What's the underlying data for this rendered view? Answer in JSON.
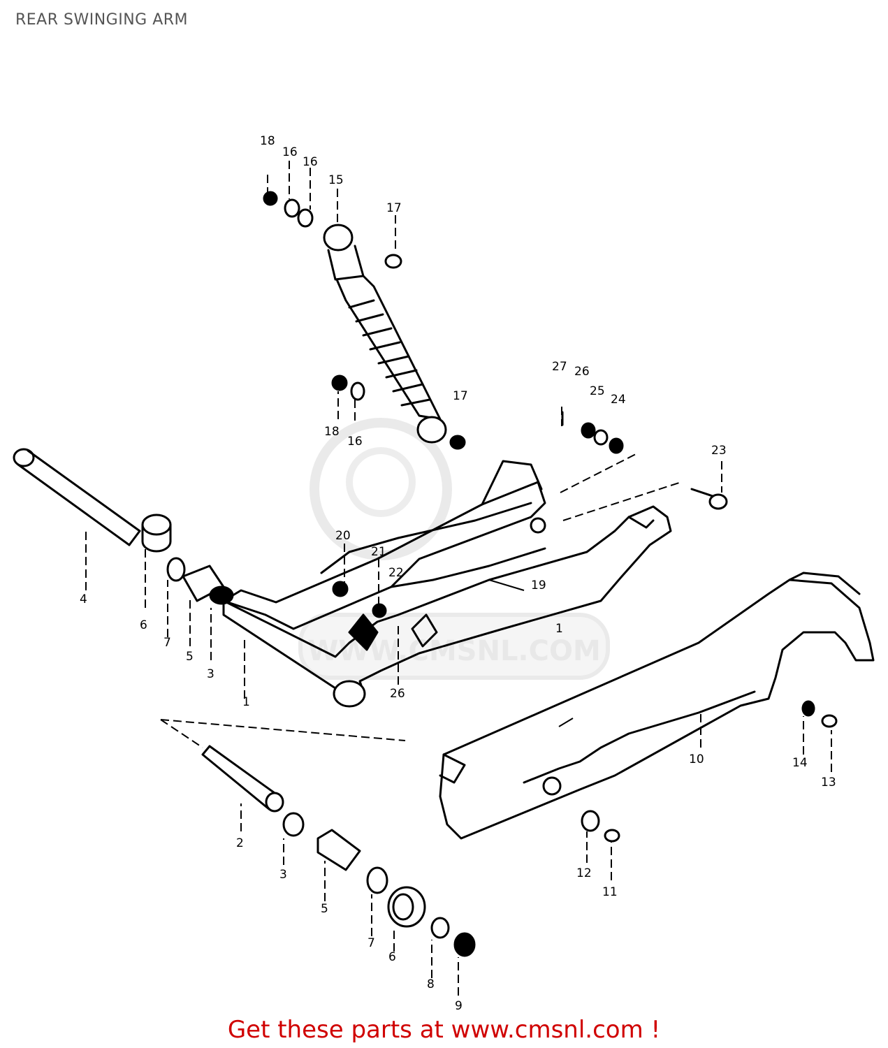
{
  "title": "REAR SWINGING ARM",
  "footer": {
    "text": "Get these parts at www.cmsnl.com !",
    "color": "#d00000"
  },
  "watermark": {
    "text": "WWW.CMSNL.COM",
    "color": "#e6e6e6"
  },
  "callouts": {
    "c1a": "1",
    "c1b": "1",
    "c2": "2",
    "c3a": "3",
    "c3b": "3",
    "c4": "4",
    "c5a": "5",
    "c5b": "5",
    "c6a": "6",
    "c6b": "6",
    "c7a": "7",
    "c7b": "7",
    "c8": "8",
    "c9": "9",
    "c10": "10",
    "c11": "11",
    "c12": "12",
    "c13": "13",
    "c14": "14",
    "c15": "15",
    "c16a": "16",
    "c16b": "16",
    "c16c": "16",
    "c17a": "17",
    "c17b": "17",
    "c18a": "18",
    "c18b": "18",
    "c19": "19",
    "c20": "20",
    "c21": "21",
    "c22": "22",
    "c23": "23",
    "c24": "24",
    "c25": "25",
    "c26a": "26",
    "c26b": "26",
    "c27": "27"
  }
}
